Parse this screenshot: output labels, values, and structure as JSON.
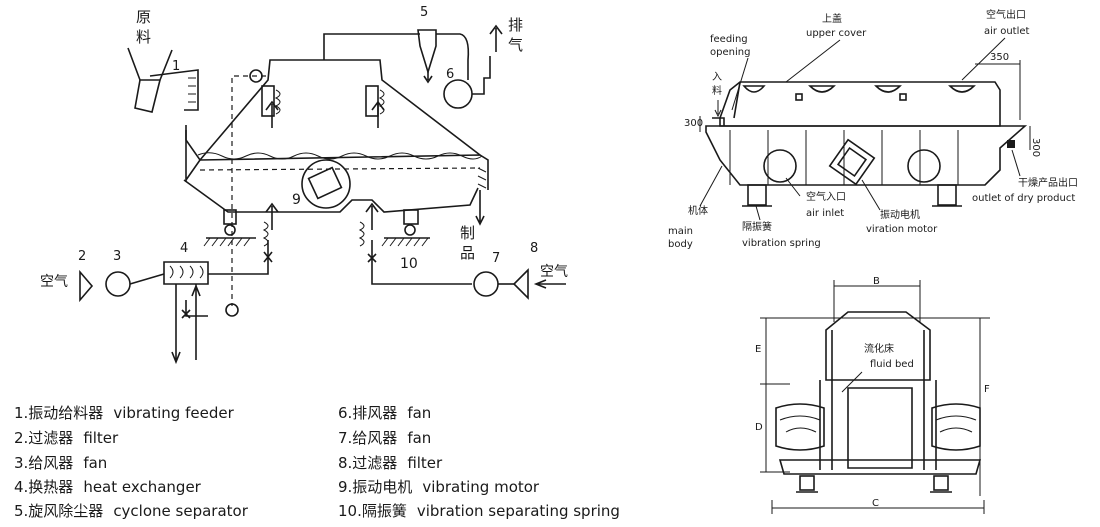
{
  "flow": {
    "raw_material_1": "原",
    "raw_material_2": "料",
    "exhaust_1": "排",
    "exhaust_2": "气",
    "product_1": "制",
    "product_2": "品",
    "air_left": "空气",
    "air_right": "空气",
    "n1": "1",
    "n2": "2",
    "n3": "3",
    "n4": "4",
    "n5": "5",
    "n6": "6",
    "n7": "7",
    "n8": "8",
    "n9": "9",
    "n10": "10"
  },
  "legend": {
    "left": [
      {
        "zh": "1.振动给料器",
        "en": "vibrating feeder"
      },
      {
        "zh": "2.过滤器",
        "en": "filter"
      },
      {
        "zh": "3.给风器",
        "en": "fan"
      },
      {
        "zh": "4.换热器",
        "en": "heat exchanger"
      },
      {
        "zh": "5.旋风除尘器",
        "en": "cyclone separator"
      }
    ],
    "right": [
      {
        "zh": "6.排风器",
        "en": "fan"
      },
      {
        "zh": "7.给风器",
        "en": "fan"
      },
      {
        "zh": "8.过滤器",
        "en": "filter"
      },
      {
        "zh": "9.振动电机",
        "en": "vibrating motor"
      },
      {
        "zh": "10.隔振簧",
        "en": "vibration separating spring"
      }
    ]
  },
  "side_view": {
    "upper_cover_zh": "上盖",
    "upper_cover_en": "upper cover",
    "air_outlet_zh": "空气出口",
    "air_outlet_en": "air outlet",
    "feeding_en_1": "feeding",
    "feeding_en_2": "opening",
    "feed_in_1": "入",
    "feed_in_2": "料",
    "dim_350": "350",
    "dim_300_left": "300",
    "dim_300_right": "300",
    "dry_out_zh": "干燥产品出口",
    "dry_out_en": "outlet of dry product",
    "body_zh": "机体",
    "body_en_1": "main",
    "body_en_2": "body",
    "spring_zh": "隔振簧",
    "spring_en": "vibration spring",
    "air_inlet_zh": "空气入口",
    "air_inlet_en": "air inlet",
    "motor_zh": "振动电机",
    "motor_en": "viration motor"
  },
  "front_view": {
    "B": "B",
    "E": "E",
    "D": "D",
    "F": "F",
    "C": "C",
    "bed_zh": "流化床",
    "bed_en": "fluid bed"
  }
}
